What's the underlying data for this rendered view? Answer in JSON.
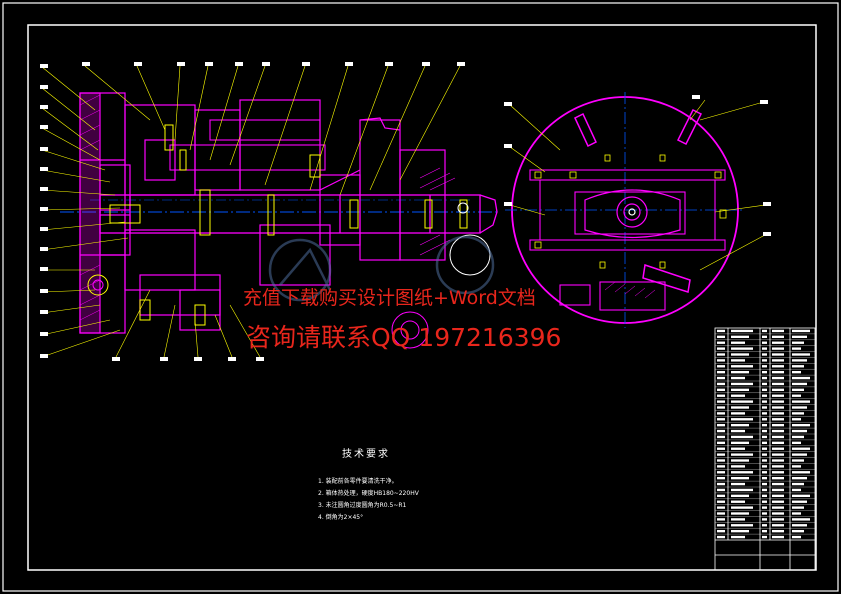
{
  "watermark": {
    "line1": "充值下载购买设计图纸+Word文档",
    "line2": "咨询请联系QQ 197216396",
    "color": "#e8261c"
  },
  "technical_requirements": {
    "title": "技术要求",
    "items": [
      "1. 装配前各零件要清洗干净。",
      "2. 箱体热处理，硬度HB180~220HV",
      "3. 未注圆角过度圆角为R0.5~R1",
      "4. 倒角为2×45°"
    ]
  },
  "palette": {
    "background": "#000000",
    "border": "#ffffff",
    "part_outline": "#ff00ff",
    "leader": "#ffff00",
    "centerline": "#0055ff",
    "hatch": "#ff00ff",
    "detail": "#ffffff"
  }
}
